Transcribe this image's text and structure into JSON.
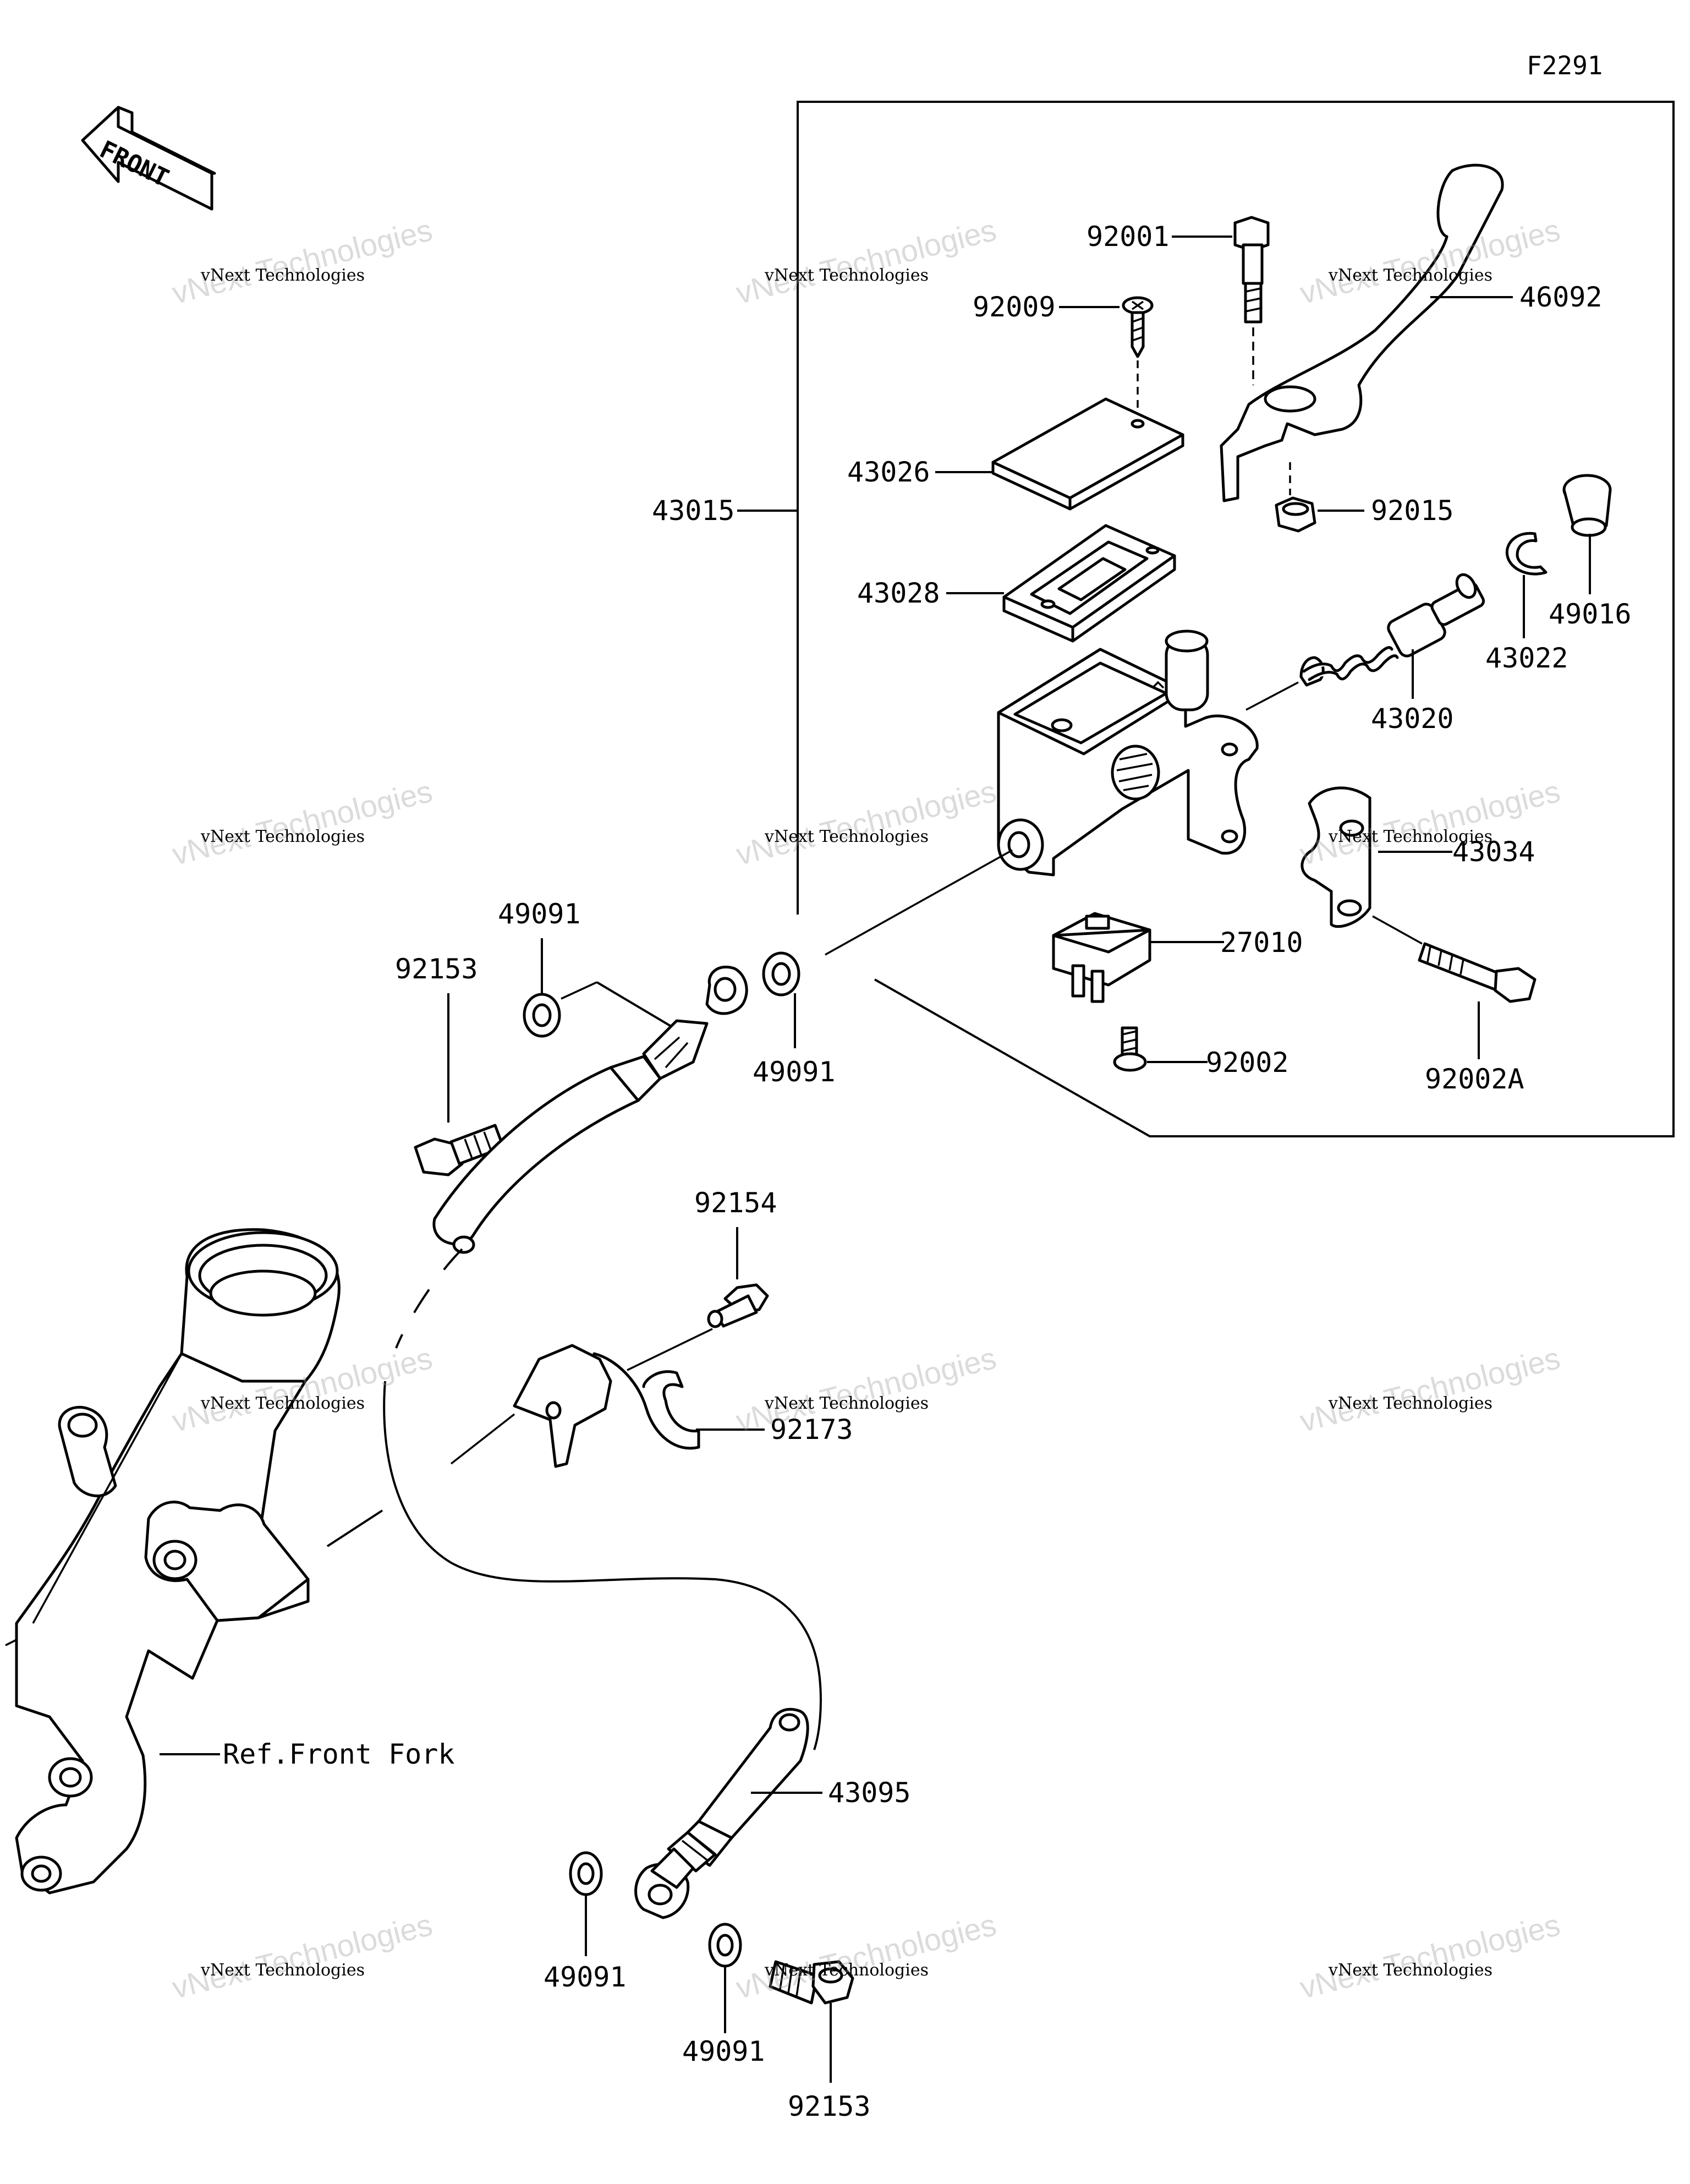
{
  "diagram_code": "F2291",
  "front_arrow": {
    "text": "FRONT",
    "icon": "front-direction-arrow-icon"
  },
  "parts": {
    "p43015": "43015",
    "p92001": "92001",
    "p92009": "92009",
    "p46092": "46092",
    "p43026": "43026",
    "p92015": "92015",
    "p49016": "49016",
    "p43028": "43028",
    "p43022": "43022",
    "p43020": "43020",
    "p43034": "43034",
    "p27010": "27010",
    "p92002": "92002",
    "p92002A": "92002A",
    "p92153_top": "92153",
    "p49091_top_left": "49091",
    "p49091_top_right": "49091",
    "p92154": "92154",
    "p92173": "92173",
    "p43095": "43095",
    "p49091_bottom_left": "49091",
    "p49091_bottom_right": "49091",
    "p92153_bottom": "92153"
  },
  "ref_front_fork": "Ref.Front Fork",
  "watermark": {
    "line1": "vNext Technologies",
    "line2": "vNext Technologies"
  }
}
